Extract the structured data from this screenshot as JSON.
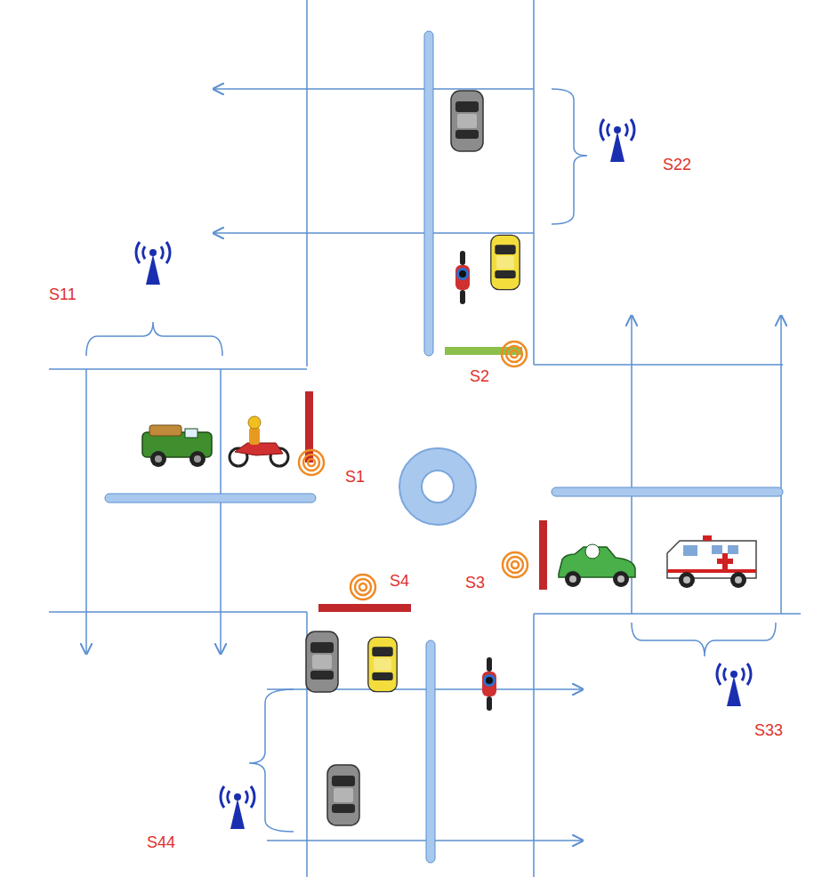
{
  "diagram": {
    "labels": [
      "S22",
      "S11",
      "S2",
      "S1",
      "S4",
      "S3",
      "S33",
      "S44"
    ]
  }
}
